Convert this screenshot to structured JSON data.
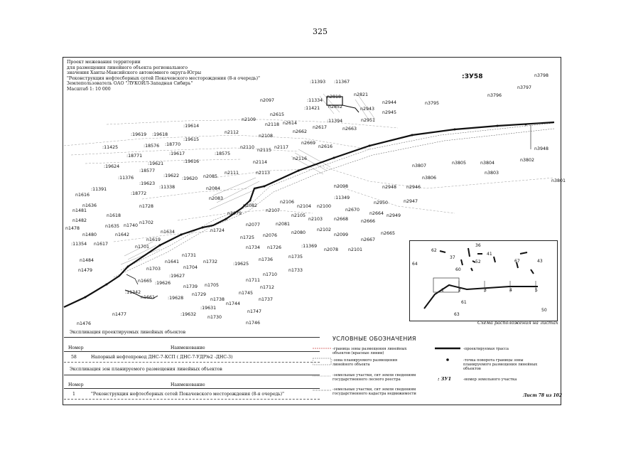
{
  "page_number": "325",
  "header": {
    "line1": "Проект межевания территории",
    "line2": "для размещения линейного объекта регионального",
    "line3": "значения Ханты-Мансийского автономного округа-Югры",
    "line4": "\"Реконструкция нефтесборных сетей Покачевского месторождения (8-я очередь)\"",
    "line5": "Землепользователь ОАО \"ЛУКОЙЛ-Западная Сибирь\"",
    "line6": "Масштаб 1: 10 000"
  },
  "zu_label": ":ЗУ58",
  "map_labels": [
    ":11393",
    ":11367",
    "n3798",
    "n3797",
    "n3796",
    "n3795",
    ":11334",
    "n2818",
    "n2821",
    "n2097",
    ":11421",
    "n2852",
    "n2943",
    "n2944",
    "n2945",
    "n2615",
    "n2109",
    "n2118",
    "n2614",
    ":11394",
    "n2951",
    ":19614",
    "n2112",
    "n2617",
    "n2662",
    "n2663",
    ":19619",
    ":19618",
    "n2108",
    ":19615",
    ":18576",
    ":18770",
    "n2669",
    "n2616",
    "n3948",
    ":11425",
    "n2110",
    "n2115",
    "n2117",
    ":18771",
    ":19617",
    ":18575",
    "n2116",
    ":19616",
    "n2114",
    "n3807",
    "n3805",
    "n3804",
    "n3802",
    ":19624",
    ":19621",
    ":18577",
    "n2111",
    "n2113",
    "n3806",
    "n3803",
    ":11376",
    ":19622",
    "n2085",
    ":19620",
    ":19623",
    ":11338",
    "n2084",
    "n2098",
    "n2948",
    "n2946",
    "n3801",
    ":11391",
    ":18772",
    "n1616",
    "n2083",
    ":11349",
    "n1636",
    "n1728",
    "n2082",
    "n2106",
    "n2104",
    "n2100",
    "n2950",
    "n2947",
    "n1481",
    "n2079",
    "n2107",
    "n2670",
    "n2664",
    "n2949",
    "n1618",
    "n2105",
    "n2103",
    "n2668",
    "n2666",
    "n1482",
    "n1702",
    "n1635",
    "n1740",
    "n2081",
    "n1478",
    "n1724",
    "n2077",
    "n2080",
    "n2102",
    "n1634",
    "n1642",
    "n1480",
    "n1725",
    "n2076",
    "n2099",
    "n2665",
    "n2667",
    ":11354",
    "n1617",
    "n1619",
    "n1701",
    ":11369",
    "n2078",
    "n2101",
    "n1734",
    "n1726",
    "n1731",
    "n1484",
    "n1736",
    "n1641",
    "n1704",
    "n1732",
    ":19625",
    "n1735",
    "n1733",
    "n1479",
    "n1703",
    ":19627",
    "n1710",
    "n1711",
    "n1665",
    ":19626",
    "n1739",
    "n1705",
    "n1712",
    "n1745",
    "n1729",
    ":11342",
    "n1661",
    ":19628",
    "n1738",
    "n1737",
    "n1744",
    ":19631",
    "n1747",
    "n1477",
    ":19632",
    "n1730",
    "n1746",
    "n1476"
  ],
  "inset": {
    "caption": "Схема расположения на листах",
    "numbers": [
      "62",
      "36",
      "37",
      "41",
      "64",
      "60",
      "52",
      "67",
      "43",
      "1",
      "2",
      "3",
      "4",
      "5",
      "61",
      "63",
      "50"
    ]
  },
  "explication1": {
    "title": "Экспликация проектируемых линейных объектов",
    "col_number": "Номер",
    "col_name": "Наименование",
    "row_number": "58",
    "row_name": "Напорный нефтепровод ДНС-7-КСП ( ДНС-7-УДР№2 -ДНС-3)"
  },
  "explication2": {
    "title": "Экспликация зон планируемого размещения линейных объектов",
    "col_number": "Номер",
    "col_name": "Наименование",
    "row_number": "1",
    "row_name": "\"Реконструкция нефтесборных сетей Покачевского месторождения (8-я очередь)\""
  },
  "legend": {
    "title": "УСЛОВНЫЕ ОБОЗНАЧЕНИЯ",
    "item1": "-граница зоны размещения линейных объектов (красные линии)",
    "item2": "-зона планируемого размещения линейного объекта",
    "item3": "-земельные участки, сит земли сведениям государственного лесного реестра",
    "item4": "-земельные участки, сит земли сведениям государственного кадастра недвижимости",
    "item5": "-проектируемая трасса",
    "item6": "-точка поворота границы зоны планируемого размещения линейных объектов",
    "item7_symbol": ": ЗУ1",
    "item7": "-номер земельного участка"
  },
  "sheet_label": "Лист 78 из 102"
}
